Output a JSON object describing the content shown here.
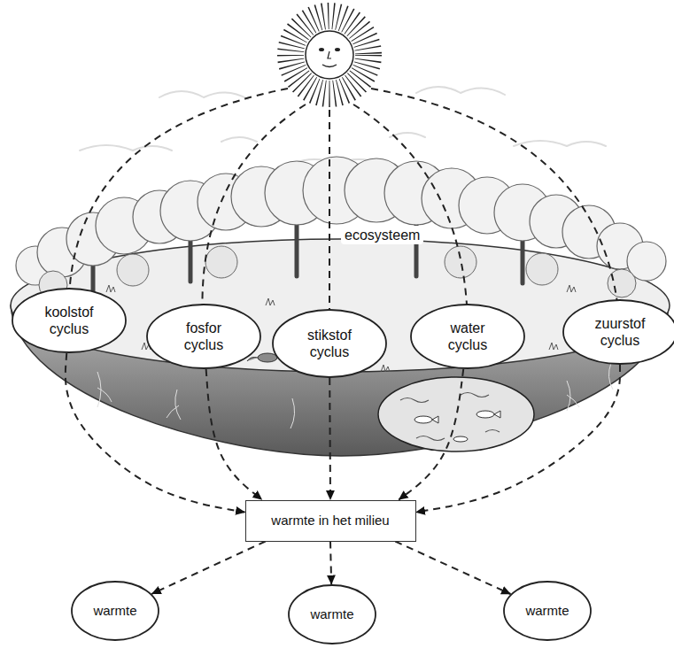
{
  "diagram": {
    "nodes": [
      {
        "text": [
          "koolstof cyclus"
        ]
      },
      {
        "text": [
          "fosfor cyclus"
        ]
      },
      {
        "text": [
          "stikstof cyclus"
        ]
      },
      {
        "text": [
          "water cyclus"
        ]
      },
      {
        "text": [
          "zuurstof cyclus"
        ]
      },
      {
        "text": [
          "warmte in het milieu"
        ]
      },
      {
        "text": [
          "warmte"
        ]
      },
      {
        "text": [
          "warmte"
        ]
      },
      {
        "text": [
          "warmte"
        ]
      }
    ],
    "edges": [
      {
        "from": 0,
        "to": 5,
        "arrow": "to"
      },
      {
        "from": 1,
        "to": 5,
        "arrow": "to"
      },
      {
        "from": 2,
        "to": 5,
        "arrow": "to"
      },
      {
        "from": 3,
        "to": 5,
        "arrow": "to"
      },
      {
        "from": 4,
        "to": 5,
        "arrow": "to"
      },
      {
        "from": 5,
        "to": 6,
        "arrow": "to"
      },
      {
        "from": 5,
        "to": 7,
        "arrow": "to"
      },
      {
        "from": 5,
        "to": 8,
        "arrow": "to"
      }
    ],
    "labels": [
      "ecosysteem"
    ]
  }
}
